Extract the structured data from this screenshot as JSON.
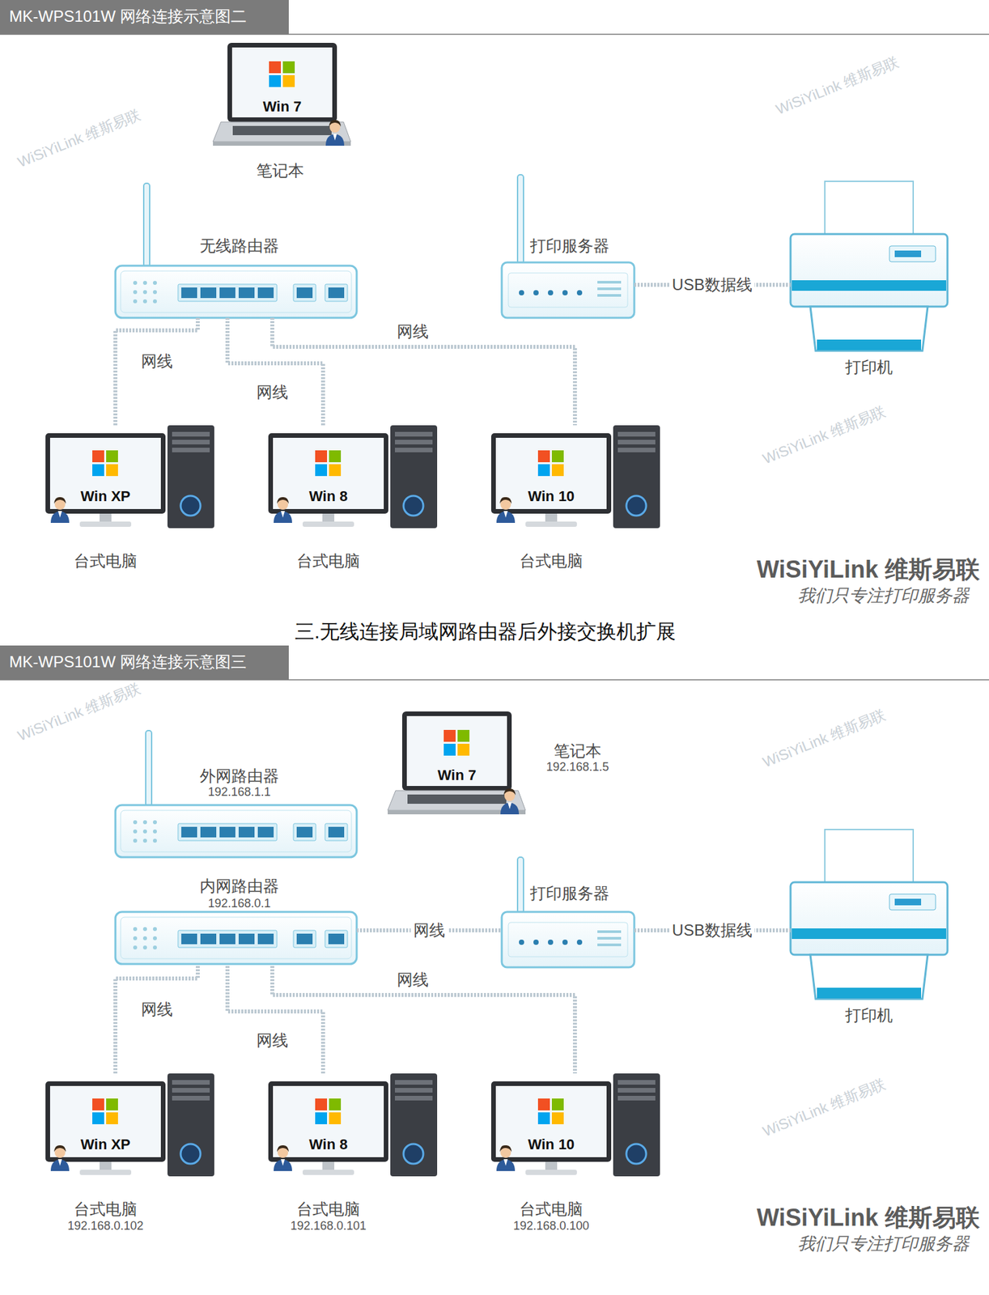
{
  "diagram": {
    "nodes": [
      {
        "text": [
          "MK-WPS101W 网络连接示意图二"
        ]
      },
      {
        "text": [
          "Win 7",
          "笔记本"
        ]
      },
      {
        "text": [
          "无线路由器"
        ]
      },
      {
        "text": [
          "打印服务器"
        ]
      },
      {
        "text": [
          "打印机"
        ]
      },
      {
        "text": [
          "Win XP",
          "台式电脑"
        ]
      },
      {
        "text": [
          "Win 8",
          "台式电脑"
        ]
      },
      {
        "text": [
          "Win 10",
          "台式电脑"
        ]
      },
      {
        "text": [
          "MK-WPS101W 网络连接示意图三"
        ]
      },
      {
        "text": [
          "外网路由器",
          "192.168.1.1"
        ]
      },
      {
        "text": [
          "Win 7",
          "笔记本",
          "192.168.1.5"
        ]
      },
      {
        "text": [
          "内网路由器",
          "192.168.0.1"
        ]
      },
      {
        "text": [
          "打印服务器"
        ]
      },
      {
        "text": [
          "打印机"
        ]
      },
      {
        "text": [
          "Win XP",
          "台式电脑",
          "192.168.0.102"
        ]
      },
      {
        "text": [
          "Win 8",
          "台式电脑",
          "192.168.0.101"
        ]
      },
      {
        "text": [
          "Win 10",
          "台式电脑",
          "192.168.0.100"
        ]
      }
    ],
    "edges": [
      {
        "from": 2,
        "to": 5,
        "arrow": "none",
        "label": "网线"
      },
      {
        "from": 2,
        "to": 6,
        "arrow": "none",
        "label": "网线"
      },
      {
        "from": 2,
        "to": 7,
        "arrow": "none",
        "label": "网线"
      },
      {
        "from": 3,
        "to": 4,
        "arrow": "none",
        "label": "USB数据线"
      },
      {
        "from": 11,
        "to": 12,
        "arrow": "none",
        "label": "网线"
      },
      {
        "from": 12,
        "to": 13,
        "arrow": "none",
        "label": "USB数据线"
      },
      {
        "from": 11,
        "to": 14,
        "arrow": "none",
        "label": "网线"
      },
      {
        "from": 11,
        "to": 15,
        "arrow": "none",
        "label": "网线"
      },
      {
        "from": 11,
        "to": 16,
        "arrow": "none",
        "label": "网线"
      }
    ],
    "labels": [
      "WiSiYiLink 维斯易联",
      "我们只专注打印服务器",
      "三.无线连接局域网路由器后外接交换机扩展",
      "WiSiYiLink 维斯易联",
      "我们只专注打印服务器",
      "WiSiYiLink 维斯易联",
      "WiSiYiLink 维斯易联",
      "WiSiYiLink 维斯易联",
      "WiSiYiLink 维斯易联",
      "WiSiYiLink 维斯易联",
      "WiSiYiLink 维斯易联"
    ]
  }
}
